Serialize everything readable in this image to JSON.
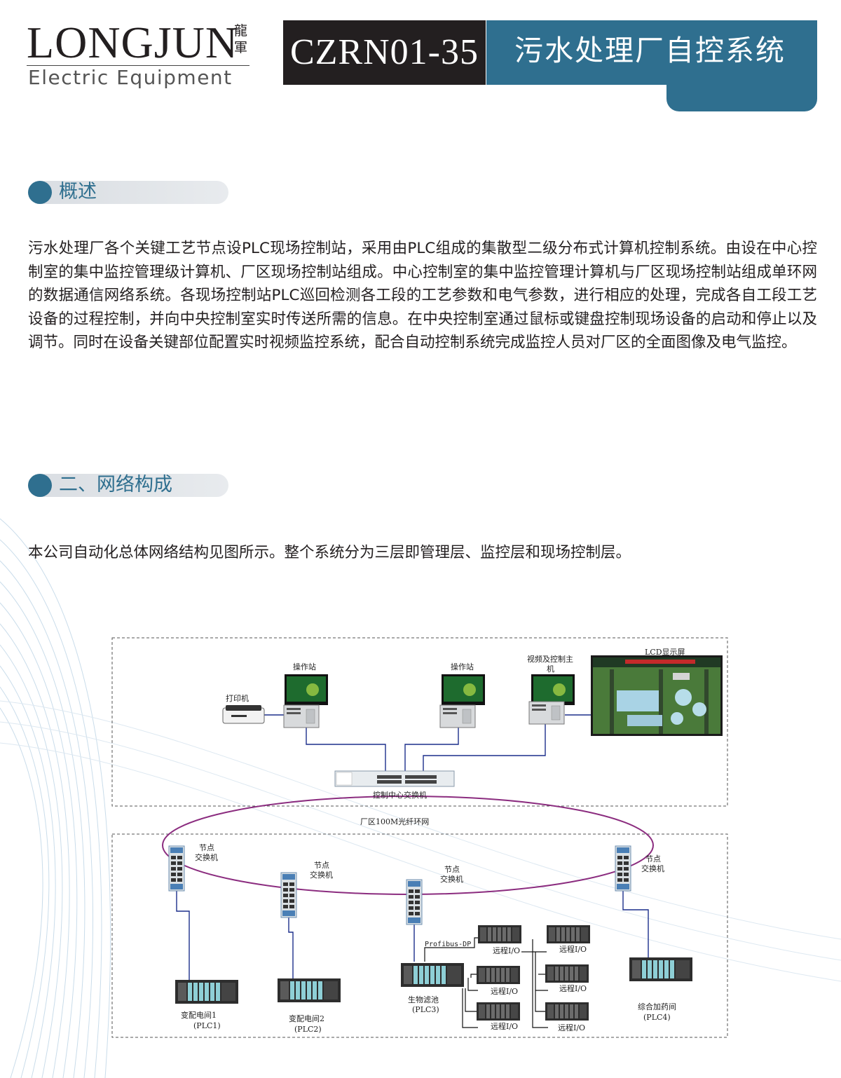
{
  "header": {
    "logo_main": "LONGJUN",
    "logo_cn": "龍軍",
    "logo_sub": "Electric Equipment",
    "model": "CZRN01-35",
    "title": "污水处理厂自控系统"
  },
  "section1": {
    "title": "概述",
    "paragraph": "污水处理厂各个关键工艺节点设PLC现场控制站，采用由PLC组成的集散型二级分布式计算机控制系统。由设在中心控制室的集中监控管理级计算机、厂区现场控制站组成。中心控制室的集中监控管理计算机与厂区现场控制站组成单环网的数据通信网络系统。各现场控制站PLC巡回检测各工段的工艺参数和电气参数，进行相应的处理，完成各自工段工艺设备的过程控制，并向中央控制室实时传送所需的信息。在中央控制室通过鼠标或键盘控制现场设备的启动和停止以及调节。同时在设备关键部位配置实时视频监控系统，配合自动控制系统完成监控人员对厂区的全面图像及电气监控。"
  },
  "section2": {
    "title": "二、网络构成",
    "paragraph": "本公司自动化总体网络结构见图所示。整个系统分为三层即管理层、监控层和现场控制层。"
  },
  "diagram": {
    "printer": "打印机",
    "operator_station_1": "操作站",
    "operator_station_2": "操作站",
    "video_host_line1": "视频及控制主",
    "video_host_line2": "机",
    "lcd_screen": "LCD显示屏",
    "center_switch": "控制中心交换机",
    "ring_network": "厂区100M光纤环网",
    "node_switch_1": [
      "节点",
      "交换机"
    ],
    "node_switch_2": [
      "节点",
      "交换机"
    ],
    "node_switch_3": [
      "节点",
      "交换机"
    ],
    "node_switch_4": [
      "节点",
      "交换机"
    ],
    "profibus": "Profibus-DP",
    "remote_io": "远程I/O",
    "plc1": [
      "变配电间1",
      "(PLC1)"
    ],
    "plc2": [
      "变配电间2",
      "(PLC2)"
    ],
    "plc3": [
      "生物滤池",
      "(PLC3)"
    ],
    "plc4": [
      "综合加药间",
      "(PLC4)"
    ]
  },
  "colors": {
    "accent": "#2f6f8f",
    "dark": "#231f20",
    "ring": "#8b2c7f",
    "wire": "#1c2f8c"
  }
}
